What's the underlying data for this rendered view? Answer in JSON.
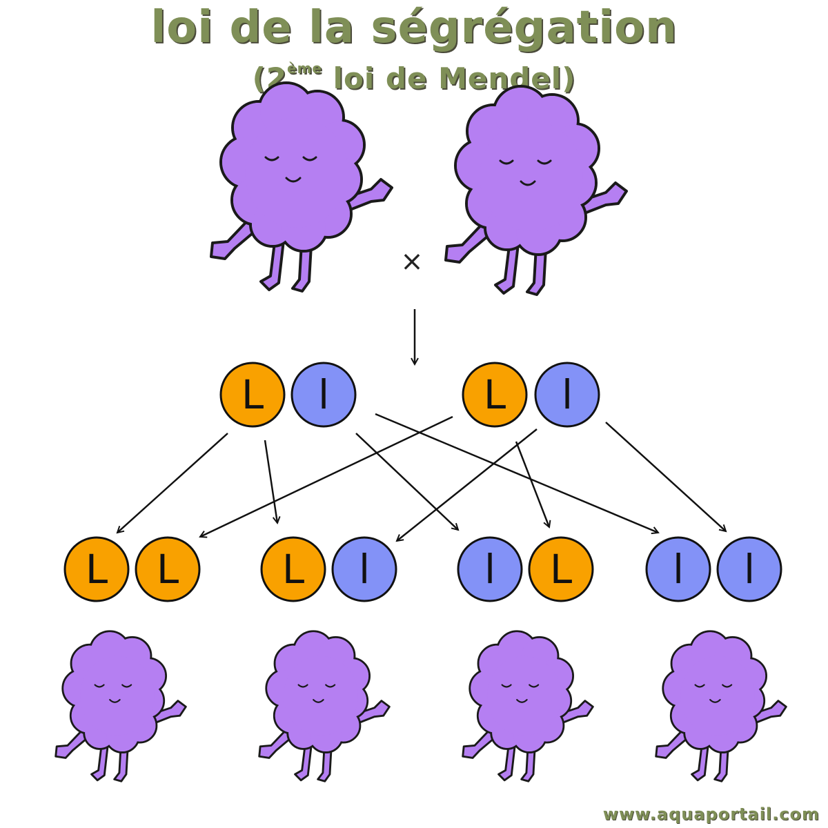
{
  "title": {
    "main": "loi de la ségrégation",
    "sub_open": "(2",
    "sub_sup": "ème",
    "sub_rest": " loi de Mendel)"
  },
  "cross_symbol": "×",
  "colors": {
    "dominant_allele": "#f9a100",
    "recessive_allele": "#8392f7",
    "organism": "#b57ff2",
    "title": "#7f8f57"
  },
  "alleles": {
    "dominant": "L",
    "recessive": "l"
  },
  "parents": [
    {
      "genotype": [
        "L",
        "l"
      ]
    },
    {
      "genotype": [
        "L",
        "l"
      ]
    }
  ],
  "offspring": [
    {
      "genotype": [
        "L",
        "L"
      ]
    },
    {
      "genotype": [
        "L",
        "l"
      ]
    },
    {
      "genotype": [
        "l",
        "L"
      ]
    },
    {
      "genotype": [
        "l",
        "l"
      ]
    }
  ],
  "footer": "www.aquaportail.com"
}
